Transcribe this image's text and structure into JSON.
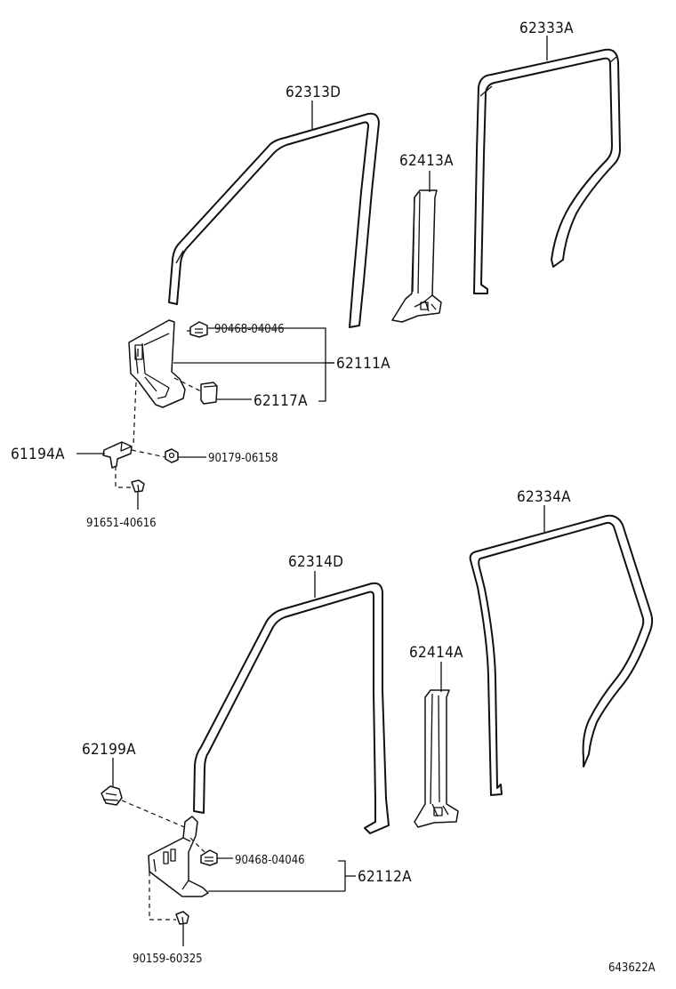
{
  "labels": {
    "p62333A": "62333A",
    "p62313D": "62313D",
    "p62413A": "62413A",
    "p90468_top": "90468-04046",
    "p62111A": "62111A",
    "p62117A": "62117A",
    "p61194A": "61194A",
    "p90179": "90179-06158",
    "p91651": "91651-40616",
    "p62334A": "62334A",
    "p62314D": "62314D",
    "p62414A": "62414A",
    "p62199A": "62199A",
    "p90468_bottom": "90468-04046",
    "p62112A": "62112A",
    "p90159": "90159-60325"
  },
  "diagram_code": "643622A"
}
